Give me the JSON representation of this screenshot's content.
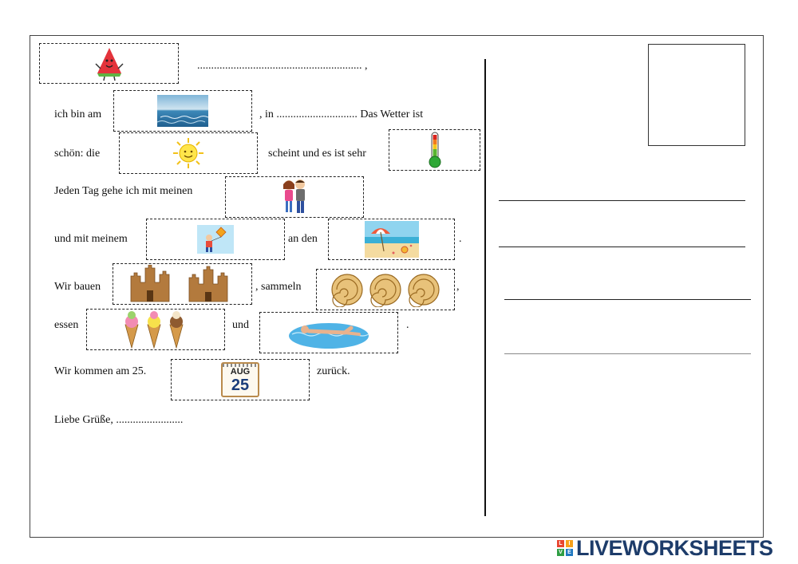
{
  "letter": {
    "name_blank": "........................................................... ,",
    "line1_start": "ich bin am",
    "line1_mid": ", in ............................. Das Wetter ist",
    "line2_start": "schön:  die",
    "line2_mid": "scheint und es ist sehr",
    "line3_start": "Jeden Tag gehe ich mit meinen",
    "line4_start": "und mit meinem",
    "line4_mid": "an den",
    "line4_end": ".",
    "line5_start": "Wir bauen",
    "line5_mid": ", sammeln",
    "line5_end": ",",
    "line6_start": "essen",
    "line6_mid": "und",
    "line6_end": ".",
    "line7_start": "Wir kommen am 25.",
    "line7_end": "zurück.",
    "closing": "Liebe Grüße, ........................"
  },
  "drop_boxes": [
    {
      "name": "greeting-box",
      "icon": "watermelon-slice-icon"
    },
    {
      "name": "sea-box",
      "icon": "sea-icon"
    },
    {
      "name": "sun-box",
      "icon": "sun-icon"
    },
    {
      "name": "thermometer-box",
      "icon": "thermometer-icon"
    },
    {
      "name": "friends-box",
      "icon": "friends-icon"
    },
    {
      "name": "kite-box",
      "icon": "kite-child-icon"
    },
    {
      "name": "beach-box",
      "icon": "beach-umbrella-icon"
    },
    {
      "name": "sandcastles-box",
      "icon": "sandcastle-icon"
    },
    {
      "name": "shells-box",
      "icon": "seashell-icon"
    },
    {
      "name": "icecream-box",
      "icon": "ice-cream-icon"
    },
    {
      "name": "swimming-box",
      "icon": "swimmer-icon"
    },
    {
      "name": "calendar-box",
      "icon": "calendar-icon"
    }
  ],
  "calendar": {
    "month": "AUG",
    "day": "25"
  },
  "branding": {
    "logo_text": "LIVEWORKSHEETS",
    "logo_cells": [
      "L",
      "I",
      "V",
      "E"
    ],
    "logo_colors": [
      "#e8442e",
      "#f7a11a",
      "#2f9e44",
      "#1f78c1"
    ]
  }
}
